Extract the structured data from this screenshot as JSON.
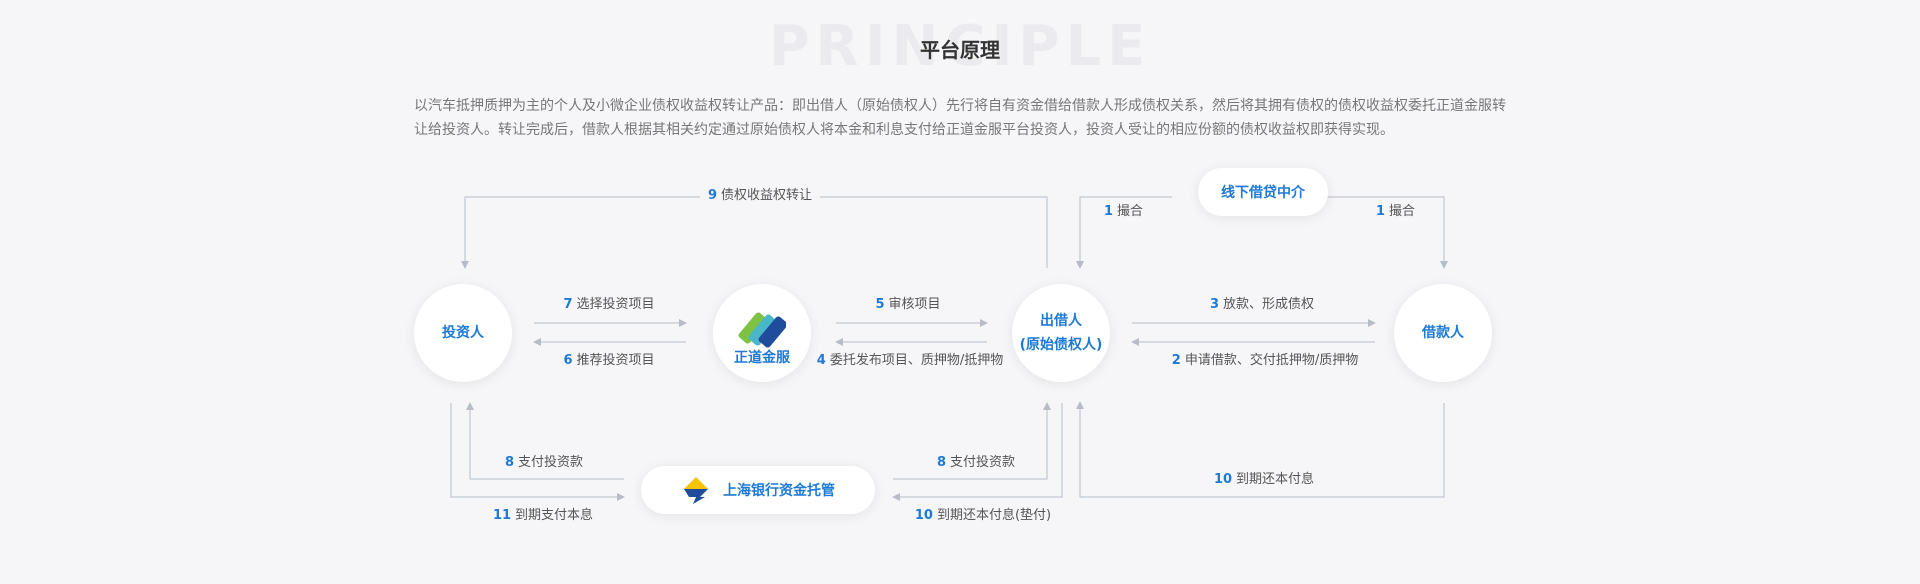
{
  "header": {
    "bg_word": "PRINCIPLE",
    "title": "平台原理",
    "description": "以汽车抵押质押为主的个人及小微企业债权收益权转让产品：即出借人（原始债权人）先行将自有资金借给借款人形成债权关系，然后将其拥有债权的债权收益权委托正道金服转让给投资人。转让完成后，借款人根据其相关约定通过原始债权人将本金和利息支付给正道金服平台投资人，投资人受让的相应份额的债权收益权即获得实现。"
  },
  "nodes": {
    "investor": "投资人",
    "platform": "正道金服",
    "lender_line1": "出借人",
    "lender_line2": "(原始债权人)",
    "borrower": "借款人",
    "agency": "线下借贷中介",
    "bank": "上海银行资金托管"
  },
  "flows": [
    {
      "num": "9",
      "text": "债权收益权转让"
    },
    {
      "num": "1",
      "text": "撮合"
    },
    {
      "num": "1",
      "text": "撮合"
    },
    {
      "num": "7",
      "text": "选择投资项目"
    },
    {
      "num": "6",
      "text": "推荐投资项目"
    },
    {
      "num": "5",
      "text": "审核项目"
    },
    {
      "num": "4",
      "text": "委托发布项目、质押物/抵押物"
    },
    {
      "num": "3",
      "text": "放款、形成债权"
    },
    {
      "num": "2",
      "text": "申请借款、交付抵押物/质押物"
    },
    {
      "num": "8",
      "text": "支付投资款"
    },
    {
      "num": "11",
      "text": "到期支付本息"
    },
    {
      "num": "8",
      "text": "支付投资款"
    },
    {
      "num": "10",
      "text": "到期还本付息(垫付)"
    },
    {
      "num": "10",
      "text": "到期还本付息"
    }
  ],
  "colors": {
    "accent": "#1e7ad6",
    "line": "#b7bcc6",
    "logo_green": "#7dc242",
    "logo_teal": "#49b6c9",
    "logo_navy": "#1f4d9b",
    "bank_yellow": "#f5c400",
    "bank_blue": "#1f4d9b"
  },
  "icons": {
    "platform_logo": "zhengdao-logo-icon",
    "bank_logo": "shanghai-bank-logo-icon"
  }
}
